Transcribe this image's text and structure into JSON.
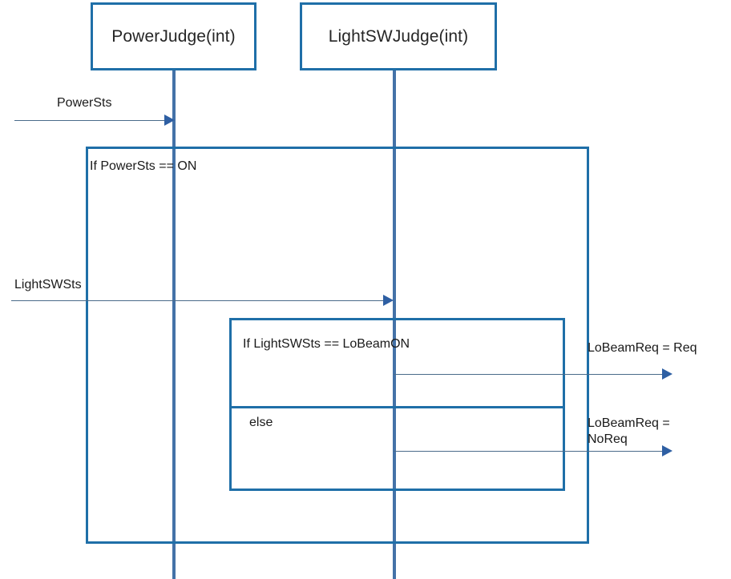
{
  "diagram": {
    "type": "uml-sequence-diagram",
    "colors": {
      "frame_border": "#1f6fa8",
      "lifeline": "#4472a8",
      "message_line": "#4a6b8a",
      "arrow_head": "#2e5fa3",
      "text": "#1a1a1a",
      "background": "#ffffff"
    },
    "participants": [
      {
        "id": "powerjudge",
        "label": "PowerJudge(int)"
      },
      {
        "id": "lightswjudge",
        "label": "LightSWJudge(int)"
      }
    ],
    "messages": [
      {
        "id": "m1",
        "label": "PowerSts",
        "from": "external",
        "to": "powerjudge"
      },
      {
        "id": "m2",
        "label": "LightSWSts",
        "from": "external",
        "to": "lightswjudge"
      },
      {
        "id": "m3",
        "label": "LoBeamReq = Req",
        "from": "lightswjudge",
        "to": "external"
      },
      {
        "id": "m4",
        "label": "LoBeamReq = NoReq",
        "from": "lightswjudge",
        "to": "external"
      }
    ],
    "fragments": [
      {
        "id": "outer",
        "guard": "If  PowerSts == ON"
      },
      {
        "id": "inner",
        "guard": "If  LightSWSts == LoBeamON",
        "else_guard": "else"
      }
    ]
  }
}
